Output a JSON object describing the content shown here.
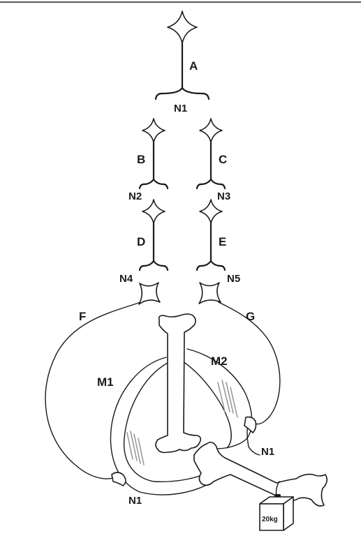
{
  "labels": {
    "neuron_a": "A",
    "neuron_b": "B",
    "neuron_c": "C",
    "neuron_d": "D",
    "neuron_e": "E",
    "node_n1_top": "N1",
    "node_n2": "N2",
    "node_n3": "N3",
    "node_n4": "N4",
    "node_n5": "N5",
    "nerve_f": "F",
    "nerve_g": "G",
    "muscle_m1": "M1",
    "muscle_m2": "M2",
    "node_n1_right": "N1",
    "node_n1_bottom": "N1",
    "weight": "20kg"
  }
}
